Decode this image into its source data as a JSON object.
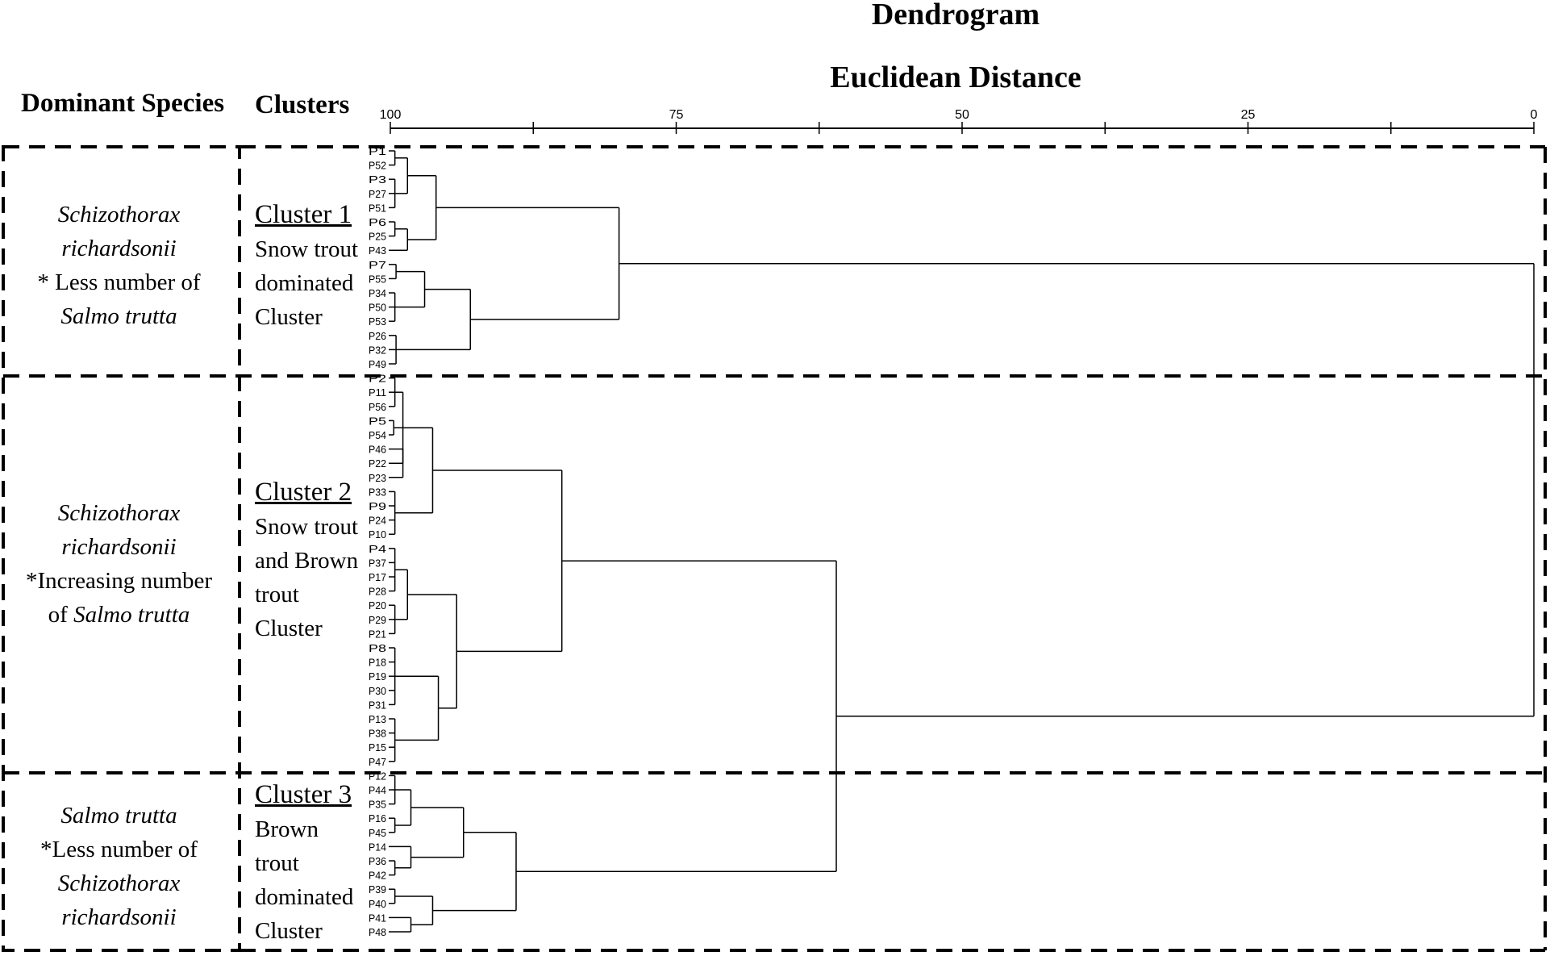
{
  "title": "Dendrogram",
  "axis_label": "Euclidean Distance",
  "headers": {
    "species": "Dominant Species",
    "clusters": "Clusters"
  },
  "axis": {
    "ticks": [
      100,
      75,
      50,
      25,
      0
    ]
  },
  "groups": [
    {
      "species": [
        {
          "text": "Schizothorax",
          "italic": true
        },
        {
          "text": "richardsonii",
          "italic": true
        },
        {
          "text": "* Less number of",
          "italic": false
        },
        {
          "text": "Salmo trutta",
          "italic": true
        }
      ],
      "cluster_name": "Cluster 1",
      "cluster_desc": [
        "Snow trout",
        "dominated",
        "Cluster"
      ]
    },
    {
      "species": [
        {
          "text": "Schizothorax",
          "italic": true
        },
        {
          "text": "richardsonii",
          "italic": true
        },
        {
          "text": "*Increasing number",
          "italic": false
        },
        {
          "text": "of ",
          "italic": false,
          "suffix": "Salmo trutta"
        }
      ],
      "cluster_name": "Cluster 2",
      "cluster_desc": [
        "Snow trout",
        "and Brown",
        "trout",
        "Cluster"
      ]
    },
    {
      "species": [
        {
          "text": "Salmo trutta",
          "italic": true
        },
        {
          "text": "*Less number of",
          "italic": false
        },
        {
          "text": "Schizothorax",
          "italic": true
        },
        {
          "text": "richardsonii",
          "italic": true
        }
      ],
      "cluster_name": "Cluster 3",
      "cluster_desc": [
        "Brown",
        "trout",
        "dominated",
        "Cluster"
      ]
    }
  ],
  "leaves": [
    "P1",
    "P52",
    "P3",
    "P27",
    "P51",
    "P6",
    "P25",
    "P43",
    "P7",
    "P55",
    "P34",
    "P50",
    "P53",
    "P26",
    "P32",
    "P49",
    "P2",
    "P11",
    "P56",
    "P5",
    "P54",
    "P46",
    "P22",
    "P23",
    "P33",
    "P9",
    "P24",
    "P10",
    "P4",
    "P37",
    "P17",
    "P28",
    "P20",
    "P29",
    "P21",
    "P8",
    "P18",
    "P19",
    "P30",
    "P31",
    "P13",
    "P38",
    "P15",
    "P47",
    "P12",
    "P44",
    "P35",
    "P16",
    "P45",
    "P14",
    "P36",
    "P42",
    "P39",
    "P40",
    "P41",
    "P48"
  ],
  "tree": {
    "h": 0,
    "c": [
      {
        "h": 80,
        "c": [
          {
            "h": 96,
            "c": [
              {
                "h": 98.5,
                "c": [
                  {
                    "h": 99.6,
                    "c": [
                      0,
                      1
                    ]
                  },
                  {
                    "h": 99.6,
                    "c": [
                      2,
                      3,
                      4
                    ]
                  }
                ]
              },
              {
                "h": 98.5,
                "c": [
                  {
                    "h": 99.6,
                    "c": [
                      5,
                      6
                    ]
                  },
                  7
                ]
              }
            ]
          },
          {
            "h": 93,
            "c": [
              {
                "h": 97,
                "c": [
                  {
                    "h": 99.5,
                    "c": [
                      8,
                      9
                    ]
                  },
                  {
                    "h": 99.6,
                    "c": [
                      10,
                      11,
                      12
                    ]
                  }
                ]
              },
              {
                "h": 99.5,
                "c": [
                  13,
                  14,
                  15
                ]
              }
            ]
          }
        ]
      },
      {
        "h": 61,
        "c": [
          {
            "h": 85,
            "c": [
              {
                "h": 96.3,
                "c": [
                  {
                    "h": 98.9,
                    "c": [
                      {
                        "h": 99.6,
                        "c": [
                          16,
                          17,
                          18
                        ]
                      },
                      {
                        "h": 99.7,
                        "c": [
                          19,
                          20
                        ]
                      },
                      {
                        "h": 98.9,
                        "c": [
                          21,
                          22,
                          23
                        ]
                      }
                    ]
                  },
                  {
                    "h": 99.6,
                    "c": [
                      24,
                      25,
                      26,
                      27
                    ]
                  }
                ]
              },
              {
                "h": 94.2,
                "c": [
                  {
                    "h": 98.5,
                    "c": [
                      {
                        "h": 99.6,
                        "c": [
                          28,
                          29,
                          30,
                          31
                        ]
                      },
                      {
                        "h": 99.6,
                        "c": [
                          32,
                          33,
                          34
                        ]
                      }
                    ]
                  },
                  {
                    "h": 95.8,
                    "c": [
                      {
                        "h": 99.6,
                        "c": [
                          35,
                          36,
                          37,
                          38,
                          39
                        ]
                      },
                      {
                        "h": 99.6,
                        "c": [
                          40,
                          41,
                          42,
                          43
                        ]
                      }
                    ]
                  }
                ]
              }
            ]
          },
          {
            "h": 89,
            "c": [
              {
                "h": 93.6,
                "c": [
                  {
                    "h": 98.2,
                    "c": [
                      {
                        "h": 99.6,
                        "c": [
                          44,
                          45,
                          46
                        ]
                      },
                      {
                        "h": 99.6,
                        "c": [
                          47,
                          48
                        ]
                      }
                    ]
                  },
                  {
                    "h": 98.2,
                    "c": [
                      49,
                      {
                        "h": 99.6,
                        "c": [
                          50,
                          51
                        ]
                      }
                    ]
                  }
                ]
              },
              {
                "h": 96.3,
                "c": [
                  {
                    "h": 99.6,
                    "c": [
                      52,
                      53
                    ]
                  },
                  {
                    "h": 98.2,
                    "c": [
                      54,
                      55
                    ]
                  }
                ]
              }
            ]
          }
        ]
      }
    ]
  }
}
